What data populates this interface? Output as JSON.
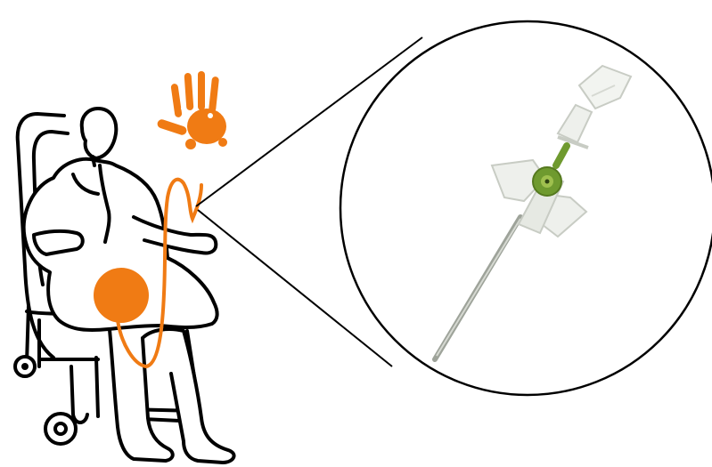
{
  "figure": {
    "subject": "patient-seated-in-wheelchair",
    "detail": "peripheral-iv-cannula",
    "icons": [
      "hand-print-icon",
      "insertion-site-dot",
      "cannula-line-path",
      "magnifier-circle"
    ]
  },
  "colors": {
    "background": "#ffffff",
    "outline": "#000000",
    "accent_orange": "#f07b14",
    "accent_orange_dark": "#e36d00",
    "cannula_hub_green": "#6f9a2f",
    "cannula_hub_green_light": "#9fc04e",
    "cannula_body": "#eef0ec",
    "cannula_shadow": "#c8ccc4",
    "needle": "#9ea39a"
  }
}
